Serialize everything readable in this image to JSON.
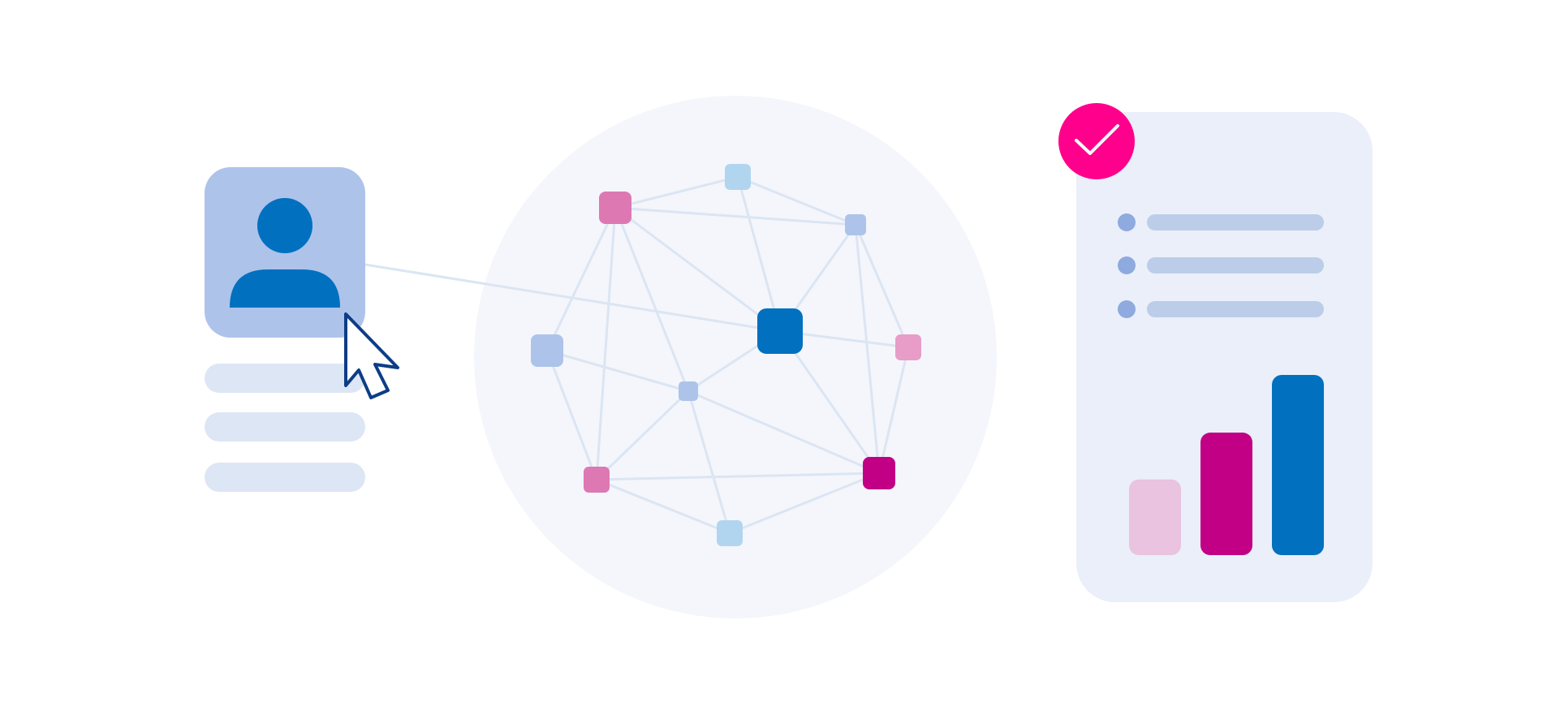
{
  "colors": {
    "background": "#ffffff",
    "network_circle": "#f4f6fb",
    "edge": "#dbe5f3",
    "profile_card": "#adc3ea",
    "profile_avatar": "#0070bf",
    "profile_line": "#dde6f4",
    "cursor_fill": "#ffffff",
    "cursor_stroke": "#0d3d86",
    "report_card": "#eaeff9",
    "report_bullet": "#8eaadf",
    "report_line": "#bccde9",
    "check_badge": "#ff008c",
    "check_mark": "#ffffff",
    "bar_light_pink": "#e9c3df",
    "bar_magenta": "#c20085",
    "bar_blue": "#0070bf"
  },
  "profile_card": {
    "avatar_icon": "user-avatar-icon",
    "detail_lines": 3
  },
  "cursor": {
    "icon": "mouse-pointer-icon"
  },
  "network": {
    "nodes": [
      {
        "id": "hub",
        "color": "#0070bf"
      },
      {
        "id": "top",
        "color": "#b1d5ee"
      },
      {
        "id": "top-left",
        "color": "#dd78b3"
      },
      {
        "id": "top-right",
        "color": "#adc3ea"
      },
      {
        "id": "left",
        "color": "#adc3ea"
      },
      {
        "id": "right",
        "color": "#e79dc8"
      },
      {
        "id": "center-small",
        "color": "#adc3ea"
      },
      {
        "id": "bottom-left",
        "color": "#dd78b3"
      },
      {
        "id": "bottom-right",
        "color": "#c20085"
      },
      {
        "id": "bottom",
        "color": "#b1d5ee"
      }
    ],
    "edges": [
      [
        "top-left",
        "top"
      ],
      [
        "top",
        "top-right"
      ],
      [
        "top-left",
        "top-right"
      ],
      [
        "top",
        "hub"
      ],
      [
        "top-left",
        "hub"
      ],
      [
        "top-right",
        "hub"
      ],
      [
        "top-left",
        "left"
      ],
      [
        "top-left",
        "bottom-left"
      ],
      [
        "top-left",
        "center-small"
      ],
      [
        "top-right",
        "right"
      ],
      [
        "top-right",
        "bottom-right"
      ],
      [
        "left",
        "center-small"
      ],
      [
        "left",
        "bottom-left"
      ],
      [
        "hub",
        "right"
      ],
      [
        "hub",
        "center-small"
      ],
      [
        "hub",
        "bottom-right"
      ],
      [
        "center-small",
        "bottom-left"
      ],
      [
        "center-small",
        "bottom"
      ],
      [
        "center-small",
        "bottom-right"
      ],
      [
        "bottom-left",
        "bottom-right"
      ],
      [
        "bottom-left",
        "bottom"
      ],
      [
        "bottom",
        "bottom-right"
      ],
      [
        "right",
        "bottom-right"
      ]
    ]
  },
  "report": {
    "check_icon": "checkmark-icon",
    "list_items": 3,
    "bars": [
      {
        "value": 0.42,
        "color": "#e9c3df"
      },
      {
        "value": 0.68,
        "color": "#c20085"
      },
      {
        "value": 1.0,
        "color": "#0070bf"
      }
    ]
  }
}
